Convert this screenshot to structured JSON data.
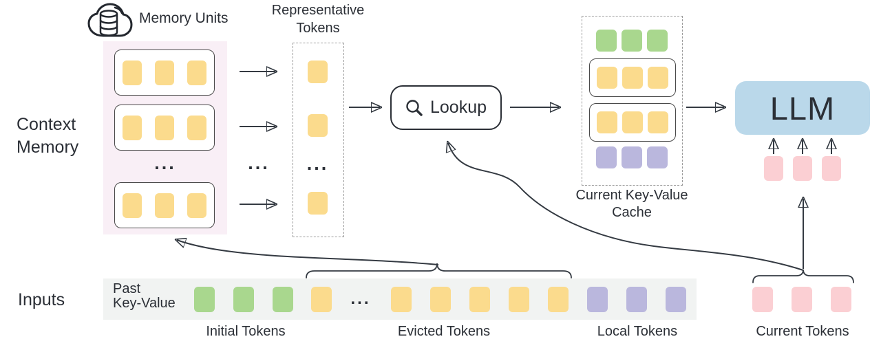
{
  "labels": {
    "memory_units": "Memory Units",
    "context_memory": [
      "Context",
      "Memory"
    ],
    "representative_tokens": [
      "Representative",
      "Tokens"
    ],
    "lookup": "Lookup",
    "current_kv_cache": [
      "Current Key-Value",
      "Cache"
    ],
    "llm": "LLM",
    "inputs": "Inputs",
    "past_key_value": [
      "Past",
      "Key-Value"
    ],
    "token_groups": {
      "initial": "Initial Tokens",
      "evicted": "Evicted Tokens",
      "local": "Local Tokens",
      "current": "Current Tokens"
    },
    "ellipsis": "..."
  },
  "colors": {
    "yellow_token": "#FBDB8D",
    "green_token": "#A9D78E",
    "purple_token": "#BAB7DD",
    "pink_token": "#FBCFD3",
    "llm_fill": "#BAD8EA",
    "memory_bg": "#F9EFF6",
    "inputs_bg": "#F1F3F2",
    "ink": "#2B2F36"
  },
  "tokens": {
    "memory_rows": [
      {
        "count": 3,
        "color": "yellow_token"
      },
      {
        "count": 3,
        "color": "yellow_token"
      },
      {
        "count": 3,
        "color": "yellow_token"
      }
    ],
    "representative": [
      {
        "count": 1,
        "color": "yellow_token"
      },
      {
        "count": 1,
        "color": "yellow_token"
      },
      {
        "count": 1,
        "color": "yellow_token"
      }
    ],
    "cache_rows": [
      {
        "count": 3,
        "color": "green_token",
        "boxed": false
      },
      {
        "count": 3,
        "color": "yellow_token",
        "boxed": true
      },
      {
        "count": 3,
        "color": "yellow_token",
        "boxed": true
      },
      {
        "count": 3,
        "color": "purple_token",
        "boxed": false
      }
    ],
    "llm_inputs": {
      "count": 3,
      "color": "pink_token"
    },
    "inputs_bar": {
      "initial": {
        "count": 3,
        "color": "green_token"
      },
      "evicted_before_gap": {
        "count": 1,
        "color": "yellow_token"
      },
      "evicted_after_gap": {
        "count": 5,
        "color": "yellow_token"
      },
      "local": {
        "count": 3,
        "color": "purple_token"
      }
    },
    "current": {
      "count": 3,
      "color": "pink_token"
    }
  }
}
